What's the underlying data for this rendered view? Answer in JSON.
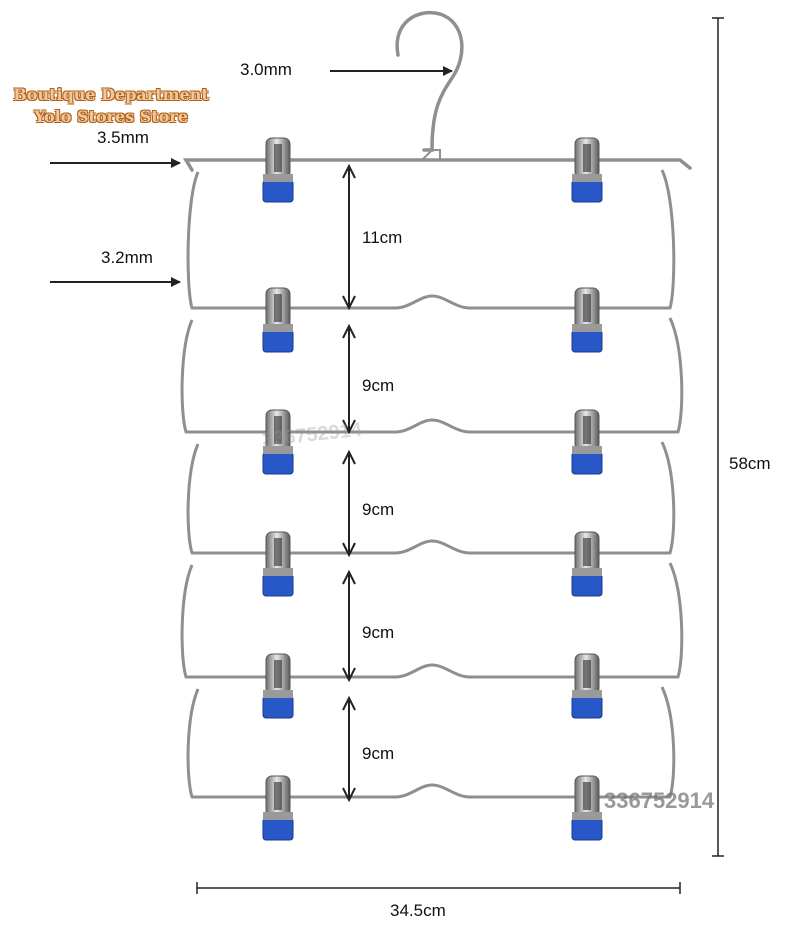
{
  "store_badge": {
    "line1": "Boutique Department",
    "line2": "Yolo Stores Store"
  },
  "dimensions": {
    "hook_wire": "3.0mm",
    "top_bar_wire": "3.5mm",
    "frame_wire": "3.2mm",
    "tier_spacing": [
      "11cm",
      "9cm",
      "9cm",
      "9cm",
      "9cm"
    ],
    "total_height": "58cm",
    "total_width": "34.5cm"
  },
  "watermarks": {
    "middle": "336752914",
    "bottom": "336752914"
  },
  "colors": {
    "wire": "#8f8f8f",
    "clip_metal": "#b8b8b8",
    "clip_grip": "#2858c8",
    "dimension_line": "#222222",
    "store_text": "#f2c89a",
    "store_outline": "#b0621c"
  },
  "tiers": 6,
  "clips_per_tier": 2
}
